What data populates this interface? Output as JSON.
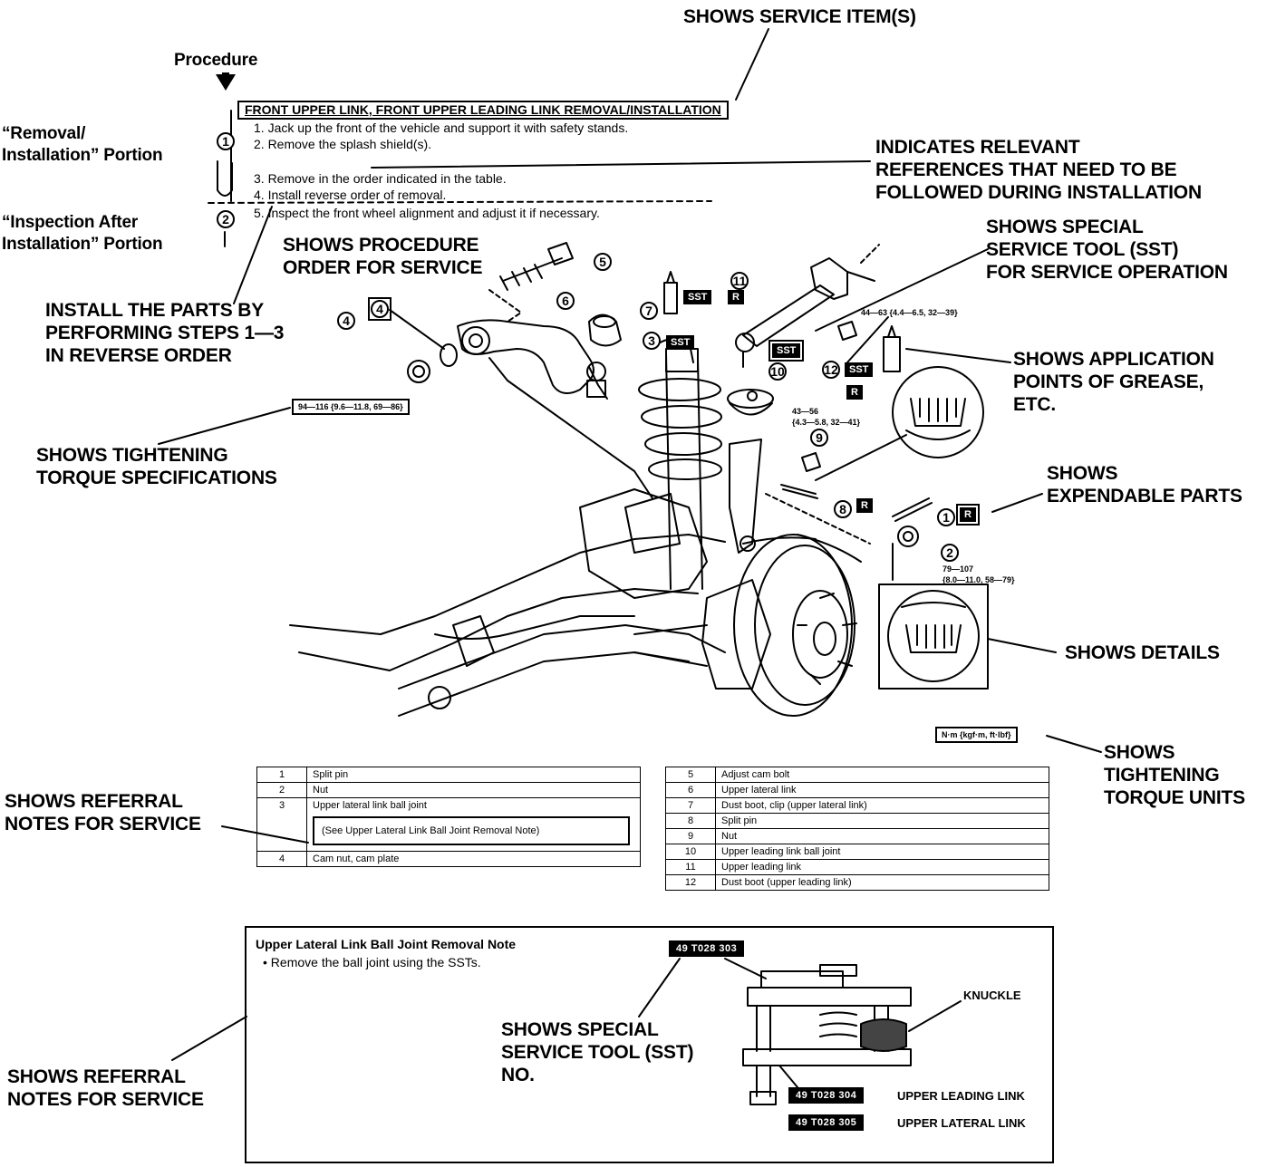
{
  "callouts": {
    "service_items": "SHOWS SERVICE ITEM(S)",
    "procedure": "Procedure",
    "removal_installation": "“Removal/\nInstallation” Portion",
    "inspection_after": "“Inspection After\nInstallation” Portion",
    "relevant_refs": "INDICATES RELEVANT\nREFERENCES THAT NEED TO BE\nFOLLOWED DURING INSTALLATION",
    "procedure_order": "SHOWS PROCEDURE\nORDER FOR SERVICE",
    "sst": "SHOWS SPECIAL\nSERVICE TOOL (SST)\nFOR SERVICE OPERATION",
    "install_parts": "INSTALL THE PARTS BY\nPERFORMING STEPS 1—3\nIN REVERSE ORDER",
    "application_points": "SHOWS APPLICATION\nPOINTS OF GREASE,\nETC.",
    "tightening_torque": "SHOWS TIGHTENING\nTORQUE SPECIFICATIONS",
    "expendable": "SHOWS\nEXPENDABLE PARTS",
    "details": "SHOWS DETAILS",
    "torque_units": "SHOWS\nTIGHTENING\nTORQUE UNITS",
    "referral_1": "SHOWS REFERRAL\nNOTES FOR SERVICE",
    "referral_2": "SHOWS REFERRAL\nNOTES FOR SERVICE",
    "sst_no": "SHOWS SPECIAL\nSERVICE TOOL (SST)\nNO."
  },
  "procedure": {
    "title": "FRONT UPPER LINK, FRONT UPPER LEADING LINK REMOVAL/INSTALLATION",
    "steps": [
      "1. Jack up the front of the vehicle and support it with safety stands.",
      "2. Remove the splash shield(s).",
      "3. Remove in the order indicated in the table.",
      "4. Install reverse order of removal.",
      "5. Inspect the front wheel alignment and adjust it if necessary."
    ],
    "portion_marks": [
      "1",
      "2"
    ]
  },
  "diagram": {
    "part_marks": [
      "1",
      "2",
      "3",
      "4",
      "5",
      "6",
      "7",
      "8",
      "9",
      "10",
      "11",
      "12"
    ],
    "boxed_mark": "4",
    "sst_badge": "SST",
    "r_badge": "R",
    "torque_specs": {
      "left": "94—116 {9.6—11.8, 69—86}",
      "upper_right": "44—63 {4.4—6.5, 32—39}",
      "mid_right": "43—56\n{4.3—5.8, 32—41}",
      "lower_right": "79—107\n{8.0—11.0, 58—79}"
    },
    "torque_unit": "N·m {kgf·m, ft·lbf}"
  },
  "table_left": [
    {
      "no": "1",
      "name": "Split pin"
    },
    {
      "no": "2",
      "name": "Nut"
    },
    {
      "no": "3",
      "name": "Upper lateral link ball joint",
      "ref": "(See Upper Lateral Link Ball Joint Removal Note)"
    },
    {
      "no": "4",
      "name": "Cam nut, cam plate"
    }
  ],
  "table_right": [
    {
      "no": "5",
      "name": "Adjust cam bolt"
    },
    {
      "no": "6",
      "name": "Upper lateral link"
    },
    {
      "no": "7",
      "name": "Dust boot, clip (upper lateral link)"
    },
    {
      "no": "8",
      "name": "Split pin"
    },
    {
      "no": "9",
      "name": "Nut"
    },
    {
      "no": "10",
      "name": "Upper leading link ball joint"
    },
    {
      "no": "11",
      "name": "Upper leading link"
    },
    {
      "no": "12",
      "name": "Dust boot (upper leading link)"
    }
  ],
  "note": {
    "title": "Upper Lateral Link Ball Joint Removal Note",
    "bullet": "Remove the ball joint using the SSTs.",
    "sst_top": "49 T028 303",
    "sst_mid": "49 T028 304",
    "sst_bottom": "49 T028 305",
    "knuckle": "KNUCKLE",
    "upper_leading": "UPPER LEADING LINK",
    "upper_lateral": "UPPER LATERAL LINK"
  }
}
